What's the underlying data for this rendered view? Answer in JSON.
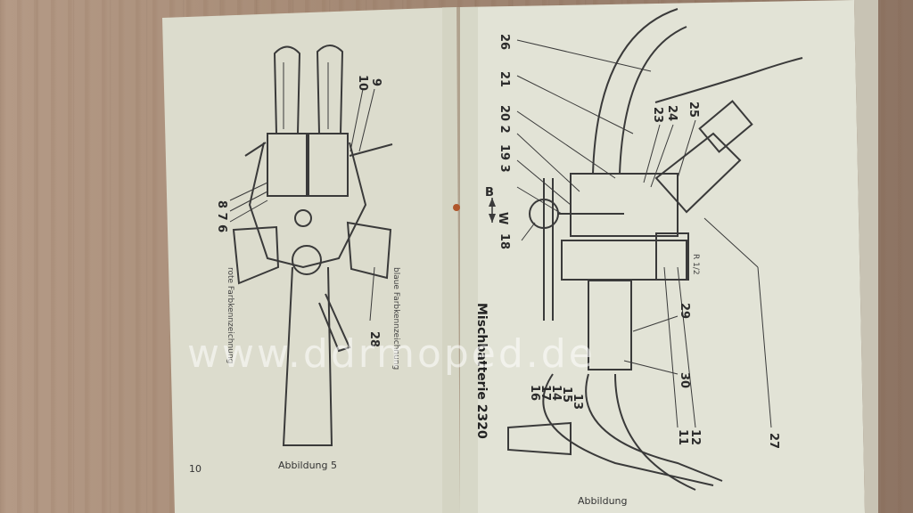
{
  "left_page": {
    "page_number": "10",
    "caption": "Abbildung 5",
    "label_blue": "blaue Farbkennzeichnung",
    "label_red": "rote Farbkennzeichnung",
    "callouts": [
      "8 7 6",
      "10",
      "9",
      "28"
    ]
  },
  "right_page": {
    "title": "Mischbatterie 2320",
    "caption": "Abbildung",
    "arrow_b": "B",
    "arrow_w": "W",
    "callouts": [
      "26",
      "21",
      "20 2",
      "19 3",
      "18",
      "23",
      "24",
      "25",
      "R 1/2",
      "29",
      "30",
      "16",
      "17",
      "14",
      "15",
      "13",
      "11",
      "12",
      "27"
    ]
  },
  "watermark": "www.ddrmoped.de"
}
